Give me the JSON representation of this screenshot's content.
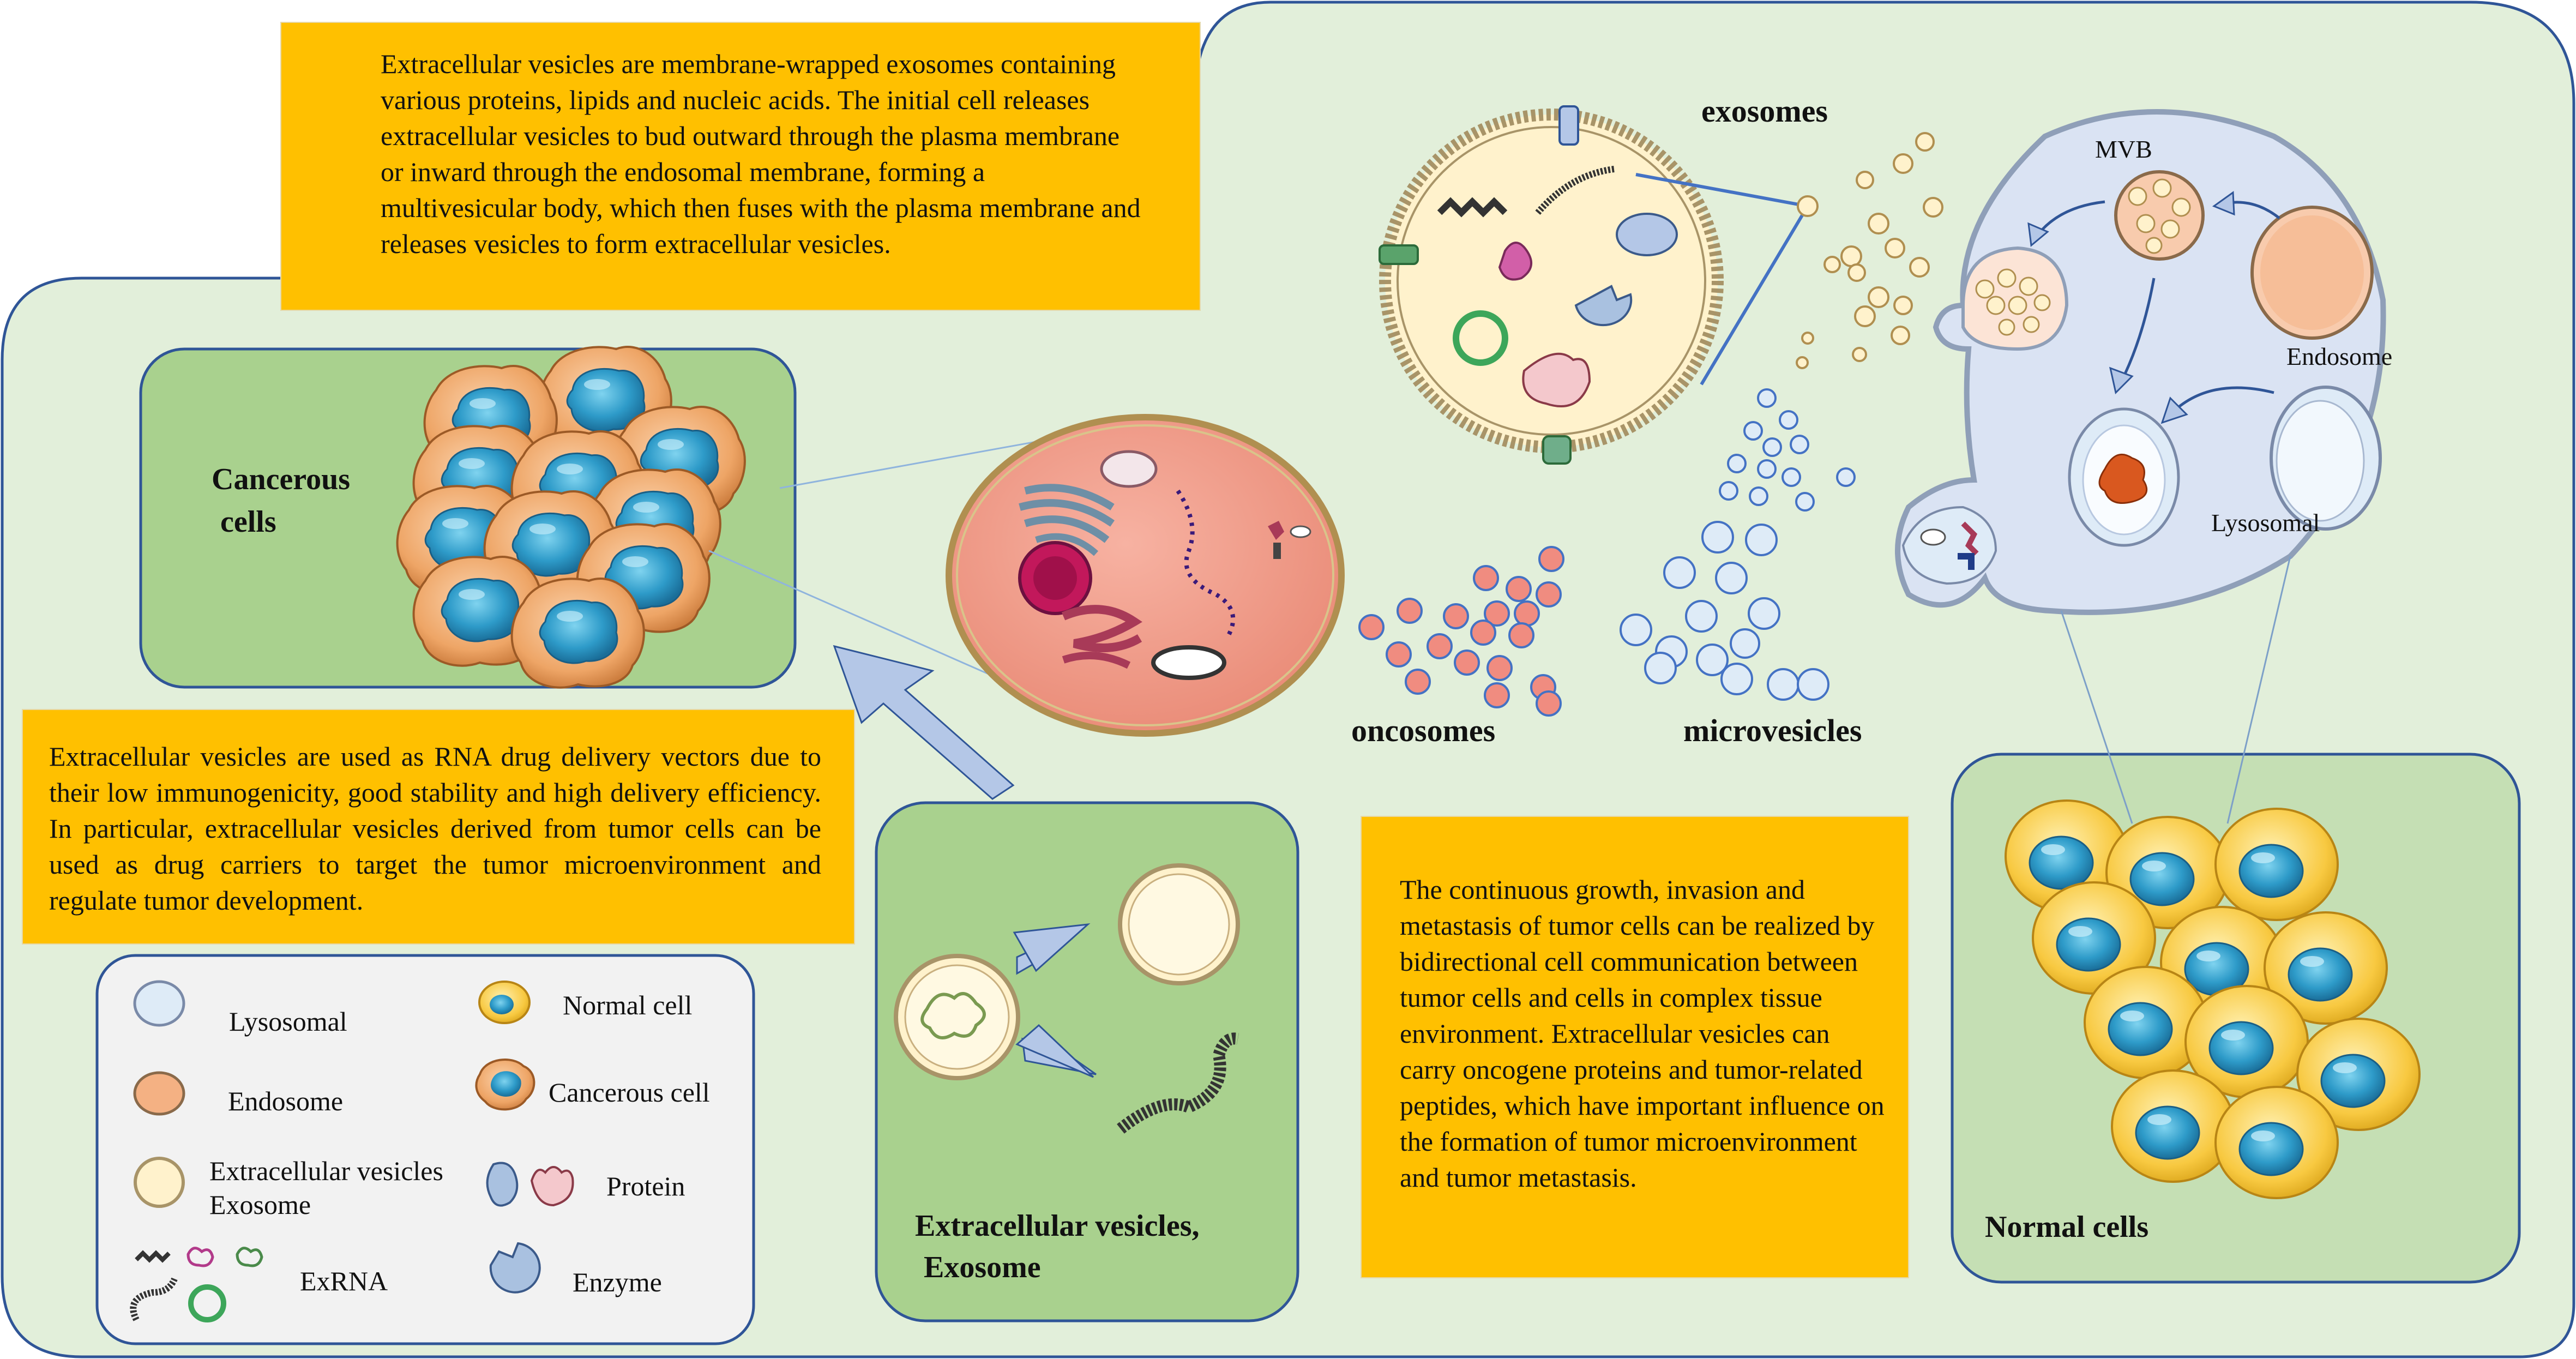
{
  "notes": {
    "top": "Extracellular vesicles are membrane-wrapped exosomes containing various proteins, lipids and nucleic acids. The initial cell releases extracellular vesicles to bud outward through the plasma membrane or inward through the endosomal membrane, forming a multivesicular body, which then fuses with the plasma membrane and releases vesicles to form extracellular vesicles.",
    "left": "Extracellular vesicles are used as RNA drug delivery vectors due to their low immunogenicity, good stability and high delivery efficiency. In particular, extracellular vesicles derived from tumor cells can be used as drug carriers to target the tumor microenvironment and regulate tumor development.",
    "center": "The continuous growth, invasion and metastasis of tumor cells can be realized by bidirectional cell communication between tumor cells and cells in complex tissue environment. Extracellular vesicles can carry oncogene proteins and tumor-related peptides, which have important influence on the formation of tumor microenvironment and tumor metastasis."
  },
  "labels": {
    "cancerous_line1": "Cancerous",
    "cancerous_line2": "cells",
    "exosomes": "exosomes",
    "oncosomes": "oncosomes",
    "microvesicles": "microvesicles",
    "ev_box_line1": "Extracellular vesicles,",
    "ev_box_line2": "Exosome",
    "normal_cells": "Normal cells",
    "mvb": "MVB",
    "endosome": "Endosome",
    "lysosomal": "Lysosomal"
  },
  "legend": {
    "lysosomal": "Lysosomal",
    "endosome": "Endosome",
    "ev_line1": "Extracellular vesicles",
    "ev_line2": "Exosome",
    "exrna": "ExRNA",
    "normal_cell": "Normal cell",
    "cancerous_cell": "Cancerous cell",
    "protein": "Protein",
    "enzyme": "Enzyme"
  },
  "colors": {
    "background_panel": "#E2EFDA",
    "panel_border": "#2F5597",
    "green_box": "#A9D18E",
    "note": "#FFC000",
    "legend_bg": "#F2F2F2",
    "cell_cytoplasm": "#F4B183",
    "nucleus": "#2E9BC9",
    "normal_cytoplasm": "#F9C640",
    "exosome_fill": "#FFF2CC",
    "oncosome": "#F08C80",
    "microvesicle": "#DEEBF7",
    "mvb_cell": "#DAE3F3"
  }
}
